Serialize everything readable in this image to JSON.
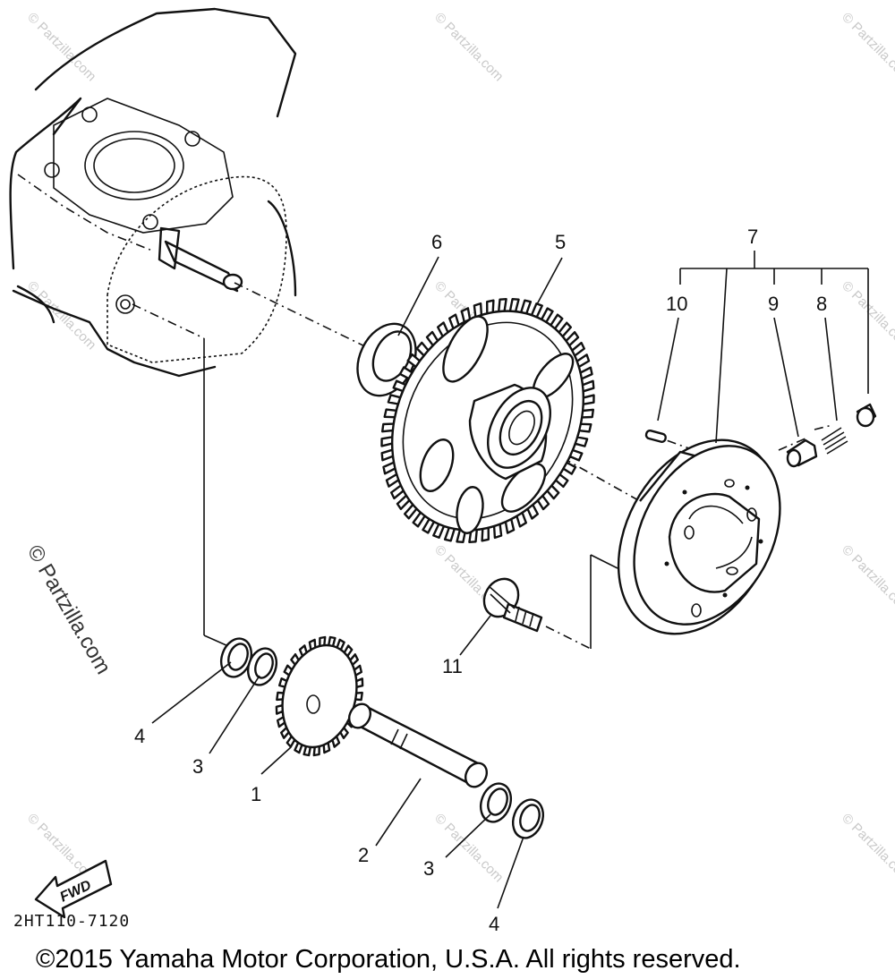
{
  "diagram": {
    "part_labels": {
      "p1": "1",
      "p2": "2",
      "p3a": "3",
      "p3b": "3",
      "p4a": "4",
      "p4b": "4",
      "p5": "5",
      "p6": "6",
      "p7": "7",
      "p8": "8",
      "p9": "9",
      "p10": "10",
      "p11": "11"
    },
    "fwd_label": "FWD",
    "drawing_code": "2HT110-7120",
    "watermark_text": "© Partzilla.com",
    "copyright": "©2015 Yamaha Motor Corporation, U.S.A. All rights reserved."
  }
}
